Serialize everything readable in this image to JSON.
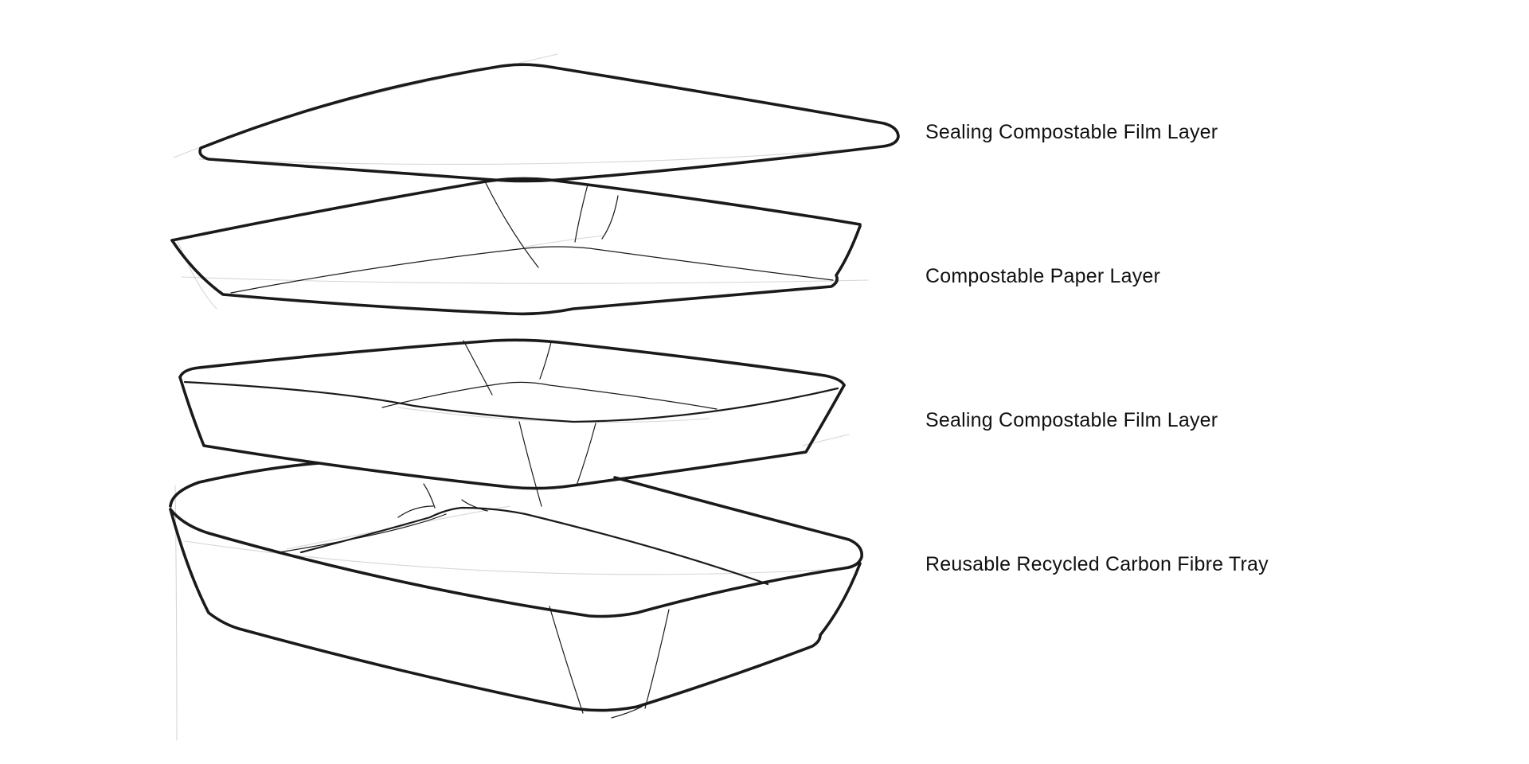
{
  "colors": {
    "ink": "#1a1a1a",
    "faint": "#8a8a8a",
    "label": "#111111",
    "background": "#ffffff"
  },
  "layers": [
    {
      "id": "top-film",
      "label": "Sealing Compostable Film Layer"
    },
    {
      "id": "paper",
      "label": "Compostable Paper Layer"
    },
    {
      "id": "middle-film",
      "label": "Sealing Compostable Film Layer"
    },
    {
      "id": "tray",
      "label": "Reusable Recycled Carbon Fibre Tray"
    }
  ]
}
